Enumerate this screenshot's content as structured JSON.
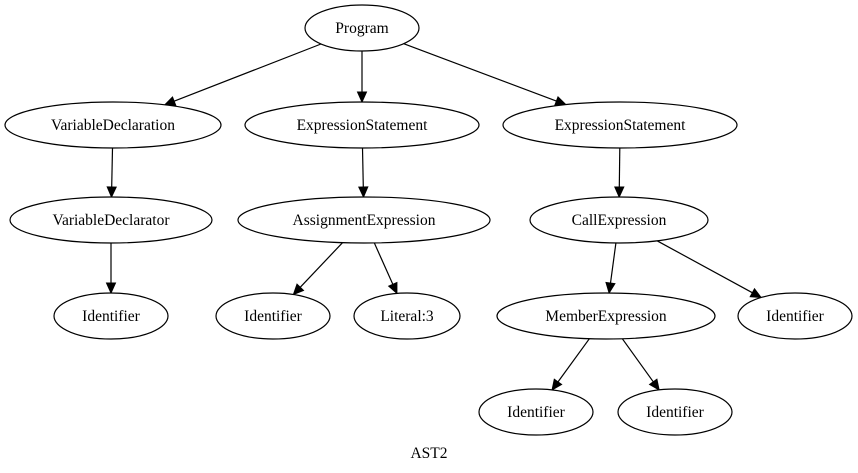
{
  "graph": {
    "caption": "AST2",
    "nodes": [
      {
        "id": "program",
        "label": "Program"
      },
      {
        "id": "var_decl",
        "label": "VariableDeclaration"
      },
      {
        "id": "expr_stmt_1",
        "label": "ExpressionStatement"
      },
      {
        "id": "expr_stmt_2",
        "label": "ExpressionStatement"
      },
      {
        "id": "var_declarator",
        "label": "VariableDeclarator"
      },
      {
        "id": "assign_expr",
        "label": "AssignmentExpression"
      },
      {
        "id": "call_expr",
        "label": "CallExpression"
      },
      {
        "id": "identifier_1",
        "label": "Identifier"
      },
      {
        "id": "identifier_2",
        "label": "Identifier"
      },
      {
        "id": "literal_3",
        "label": "Literal:3"
      },
      {
        "id": "member_expr",
        "label": "MemberExpression"
      },
      {
        "id": "identifier_3",
        "label": "Identifier"
      },
      {
        "id": "identifier_4",
        "label": "Identifier"
      },
      {
        "id": "identifier_5",
        "label": "Identifier"
      }
    ],
    "edges": [
      {
        "from": "program",
        "to": "var_decl"
      },
      {
        "from": "program",
        "to": "expr_stmt_1"
      },
      {
        "from": "program",
        "to": "expr_stmt_2"
      },
      {
        "from": "var_decl",
        "to": "var_declarator"
      },
      {
        "from": "var_declarator",
        "to": "identifier_1"
      },
      {
        "from": "expr_stmt_1",
        "to": "assign_expr"
      },
      {
        "from": "assign_expr",
        "to": "identifier_2"
      },
      {
        "from": "assign_expr",
        "to": "literal_3"
      },
      {
        "from": "expr_stmt_2",
        "to": "call_expr"
      },
      {
        "from": "call_expr",
        "to": "member_expr"
      },
      {
        "from": "call_expr",
        "to": "identifier_3"
      },
      {
        "from": "member_expr",
        "to": "identifier_4"
      },
      {
        "from": "member_expr",
        "to": "identifier_5"
      }
    ]
  }
}
